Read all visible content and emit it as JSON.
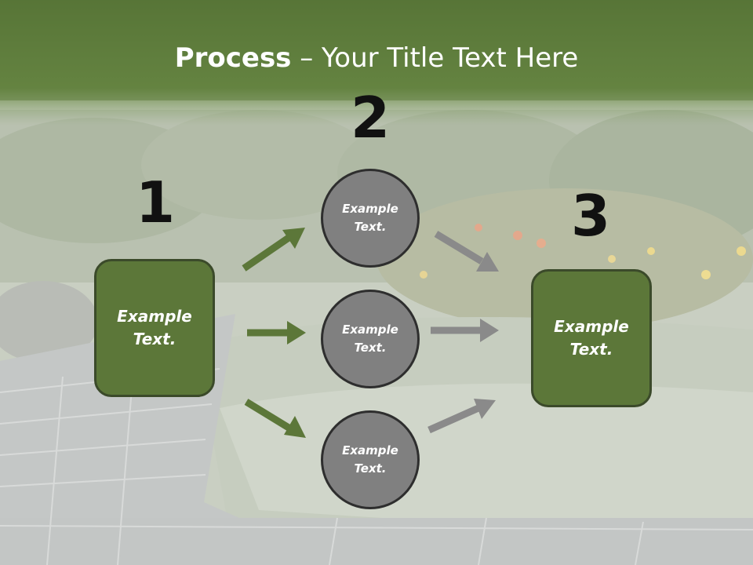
{
  "title": {
    "bold": "Process",
    "rest": " – Your Title Text Here"
  },
  "steps": [
    {
      "number": "1",
      "text": "Example Text."
    },
    {
      "number": "2"
    },
    {
      "number": "3",
      "text": "Example Text."
    }
  ],
  "circles": [
    {
      "text": "Example Text."
    },
    {
      "text": "Example Text."
    },
    {
      "text": "Example Text."
    }
  ],
  "colors": {
    "box_fill": "#5c7739",
    "circle_fill": "#808080",
    "arrow_green": "#5c7739",
    "arrow_gray": "#8a8a8a",
    "title_band": "#5f7d3d"
  }
}
